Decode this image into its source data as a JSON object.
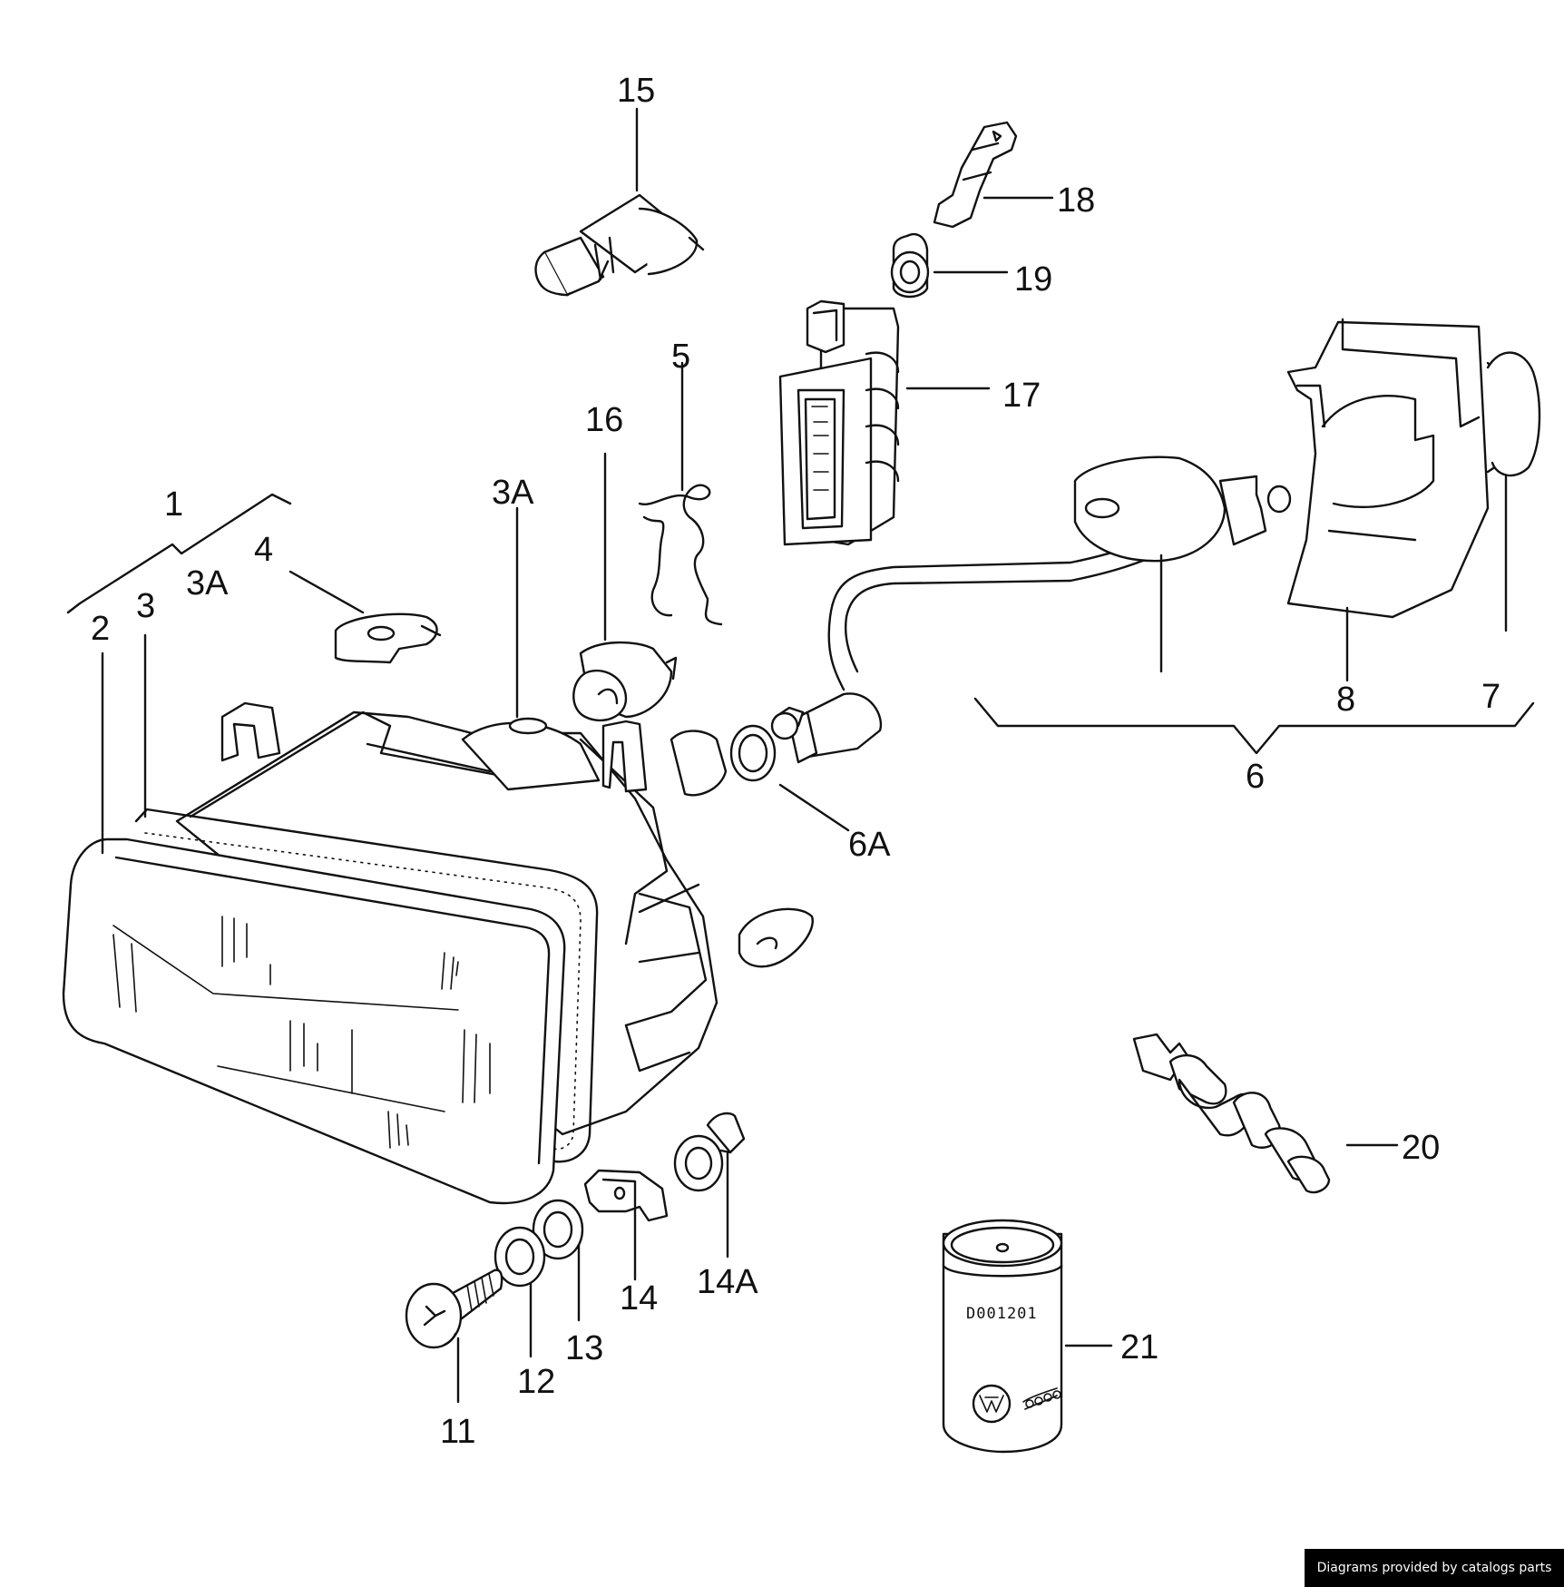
{
  "labels": {
    "l1": "1",
    "l2": "2",
    "l3": "3",
    "l3a_a": "3A",
    "l3a_b": "3A",
    "l4": "4",
    "l5": "5",
    "l6": "6",
    "l6a": "6A",
    "l7": "7",
    "l8": "8",
    "l11": "11",
    "l12": "12",
    "l13": "13",
    "l14": "14",
    "l14a": "14A",
    "l15": "15",
    "l16": "16",
    "l17": "17",
    "l18": "18",
    "l19": "19",
    "l20": "20",
    "l21": "21"
  },
  "can_print": "D001201",
  "credit": "Diagrams provided by catalogs parts"
}
